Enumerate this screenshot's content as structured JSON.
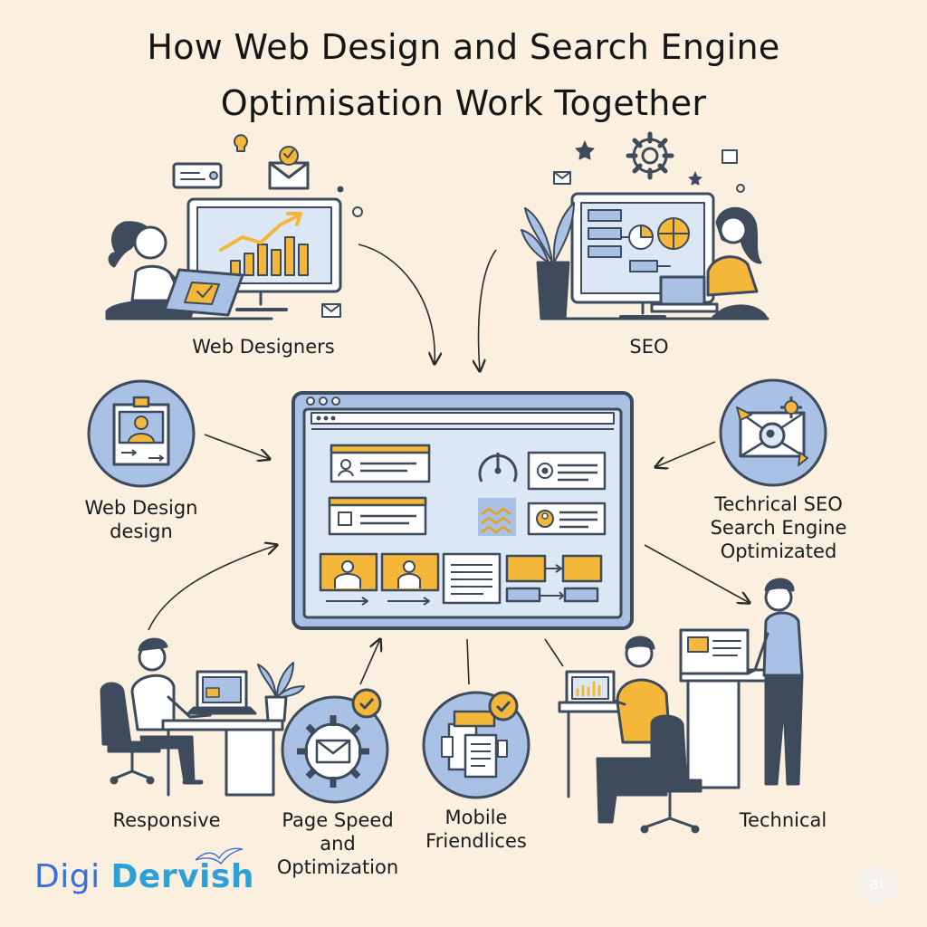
{
  "title": {
    "line1": "How Web Design and Search Engine",
    "line2": "Optimisation Work Together"
  },
  "labels": {
    "web_designers": "Web Designers",
    "seo": "SEO",
    "web_design_design_line1": "Web Design",
    "web_design_design_line2": "design",
    "technical_seo_line1": "Techrical SEO",
    "technical_seo_line2": "Search Engine",
    "technical_seo_line3": "Optimizated",
    "responsive": "Responsive",
    "page_speed_line1": "Page Speed",
    "page_speed_line2": "and",
    "page_speed_line3": "Optimization",
    "mobile_line1": "Mobile",
    "mobile_line2": "Friendlices",
    "technical": "Technical"
  },
  "brand": {
    "part1": "Digi ",
    "part2": "Dervish"
  },
  "watermark": "ai",
  "colors": {
    "background": "#fbf0df",
    "navy": "#3d4b5c",
    "blue_fill": "#a9c1e4",
    "light_blue": "#dbe7f5",
    "gold": "#f4b73a",
    "white": "#ffffff"
  },
  "icons": [
    "trend-chart-icon",
    "envelope-icon",
    "gear-icon",
    "star-icon",
    "checkmark-icon",
    "user-profile-icon",
    "lightbulb-icon",
    "plant-icon",
    "office-chair-icon"
  ]
}
